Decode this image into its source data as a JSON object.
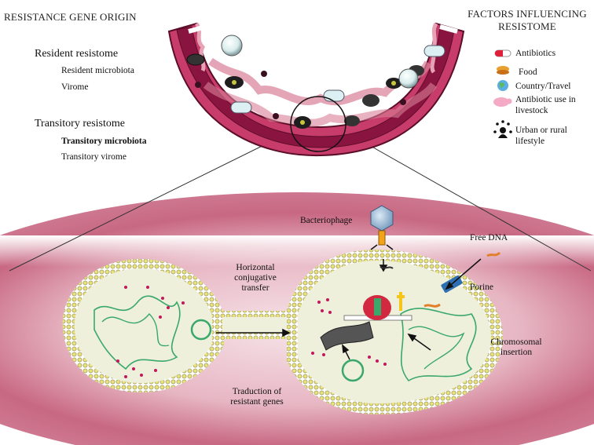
{
  "left_panel": {
    "heading": "RESISTANCE GENE ORIGIN",
    "resident": {
      "title": "Resident resistome",
      "items": [
        "Resident microbiota",
        "Virome"
      ]
    },
    "transitory": {
      "title": "Transitory resistome",
      "items": [
        "Transitory microbiota",
        "Transitory virome"
      ]
    }
  },
  "right_panel": {
    "heading_line1": "FACTORS INFLUENCING",
    "heading_line2": "RESISTOME",
    "factors": [
      {
        "icon": "capsule-icon",
        "label": "Antibiotics"
      },
      {
        "icon": "burger-icon",
        "label": "Food"
      },
      {
        "icon": "globe-icon",
        "label": "Country/Travel"
      },
      {
        "icon": "pig-icon",
        "label_line1": "Antibiotic use in",
        "label_line2": "livestock"
      },
      {
        "icon": "people-icon",
        "label_line1": "Urban or rural",
        "label_line2": "lifestyle"
      }
    ]
  },
  "diagram_labels": {
    "bacteriophage": "Bacteriophage",
    "free_dna": "Free DNA",
    "porine": "Porine",
    "conjugative_line1": "Horizontal",
    "conjugative_line2": "conjugative",
    "conjugative_line3": "transfer",
    "chromosomal_line1": "Chromosomal",
    "chromosomal_line2": "insertion",
    "traduction_line1": "Traduction of",
    "traduction_line2": "resistant genes"
  },
  "colors": {
    "gut_wall": "#b8245a",
    "gut_lumen": "#8a1440",
    "gut_fold": "#d97f98",
    "background_glow": "#c0607c",
    "cell_fill": "#eef0dc",
    "dna_green": "#3aa86a",
    "dots_magenta": "#c2185b",
    "porine_blue": "#2d6fb0"
  }
}
